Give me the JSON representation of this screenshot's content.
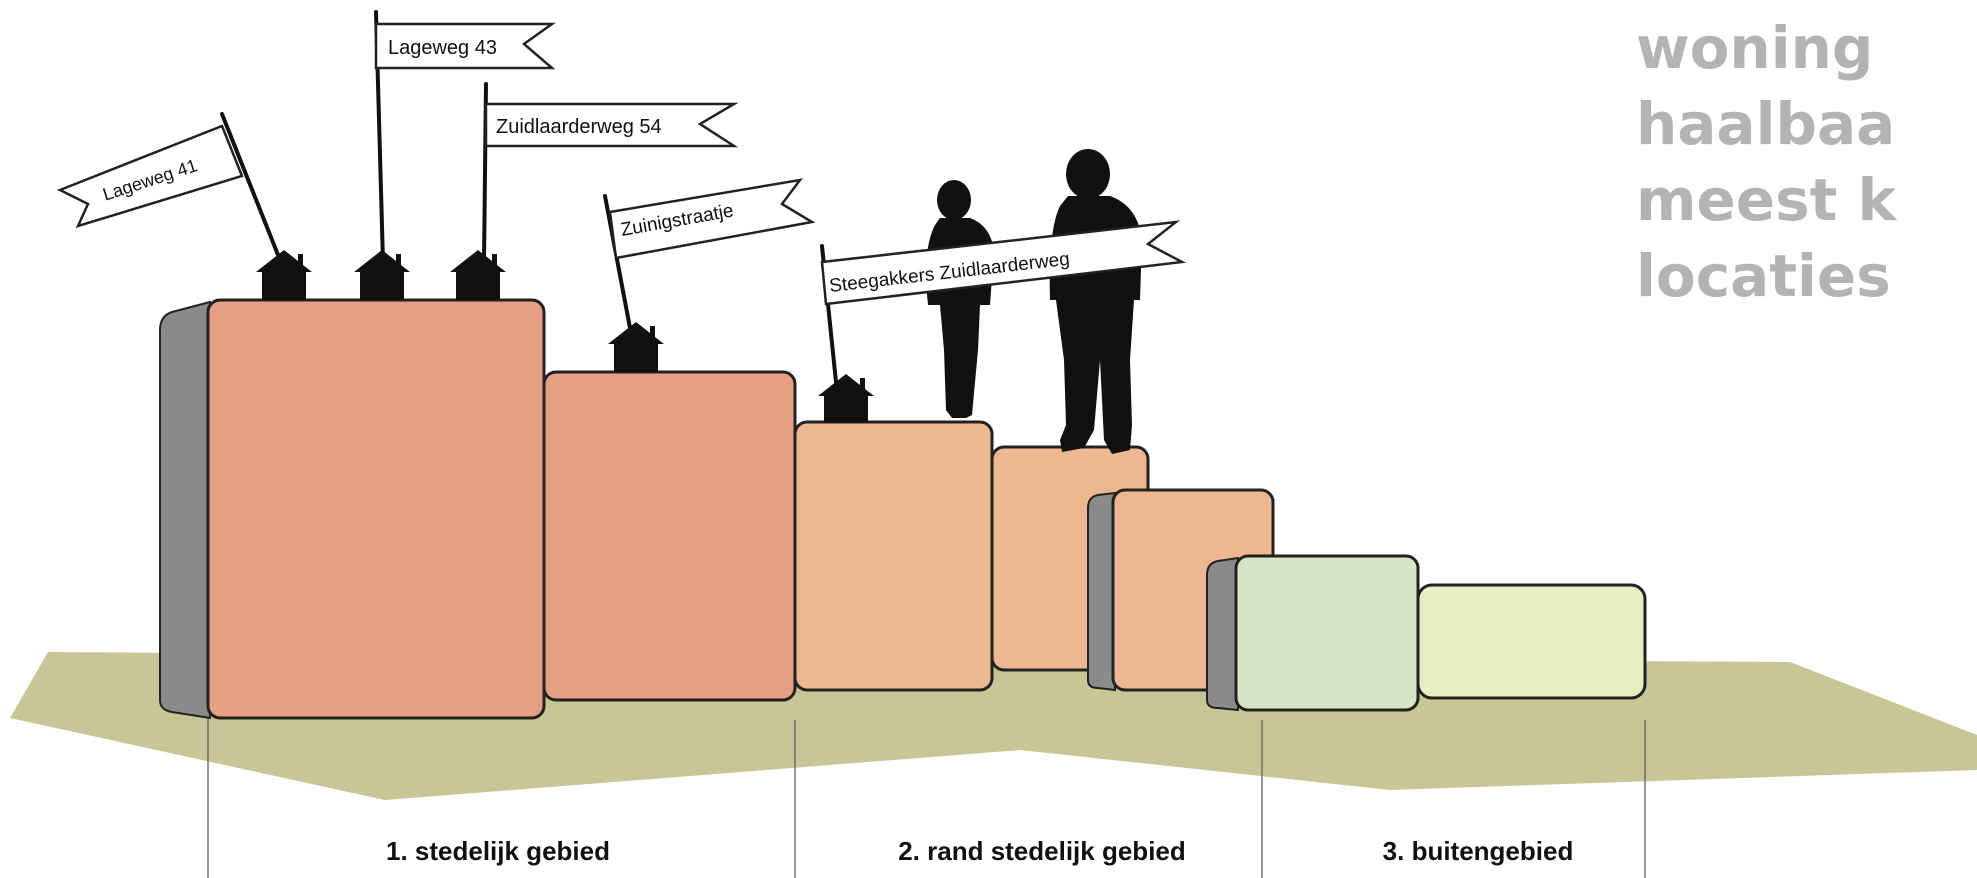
{
  "flags": {
    "lageweg_41": "Lageweg 41",
    "lageweg_43": "Lageweg 43",
    "zuidlaarderweg_54": "Zuidlaarderweg 54",
    "zuinigstraatje": "Zuinigstraatje",
    "steegakkers": "Steegakkers Zuidlaarderweg"
  },
  "zones": {
    "zone_1": "1. stedelijk gebied",
    "zone_2": "2. rand stedelijk gebied",
    "zone_3": "3. buitengebied"
  },
  "side_text": {
    "line_1": "woning",
    "line_2": "haalbaa",
    "line_3": "meest k",
    "line_4": "locaties"
  },
  "colors": {
    "ground": "#c8c596",
    "block_salmon": "#e69e84",
    "block_peach": "#edb891",
    "block_green_light": "#d8e5c5",
    "block_green_pale": "#e8edc4",
    "block_side_grey": "#8a8a8a",
    "outline": "#222222",
    "side_text": "#b3b3b3"
  },
  "icons": [
    "house-icon",
    "person-silhouette-icon",
    "flag-icon"
  ]
}
